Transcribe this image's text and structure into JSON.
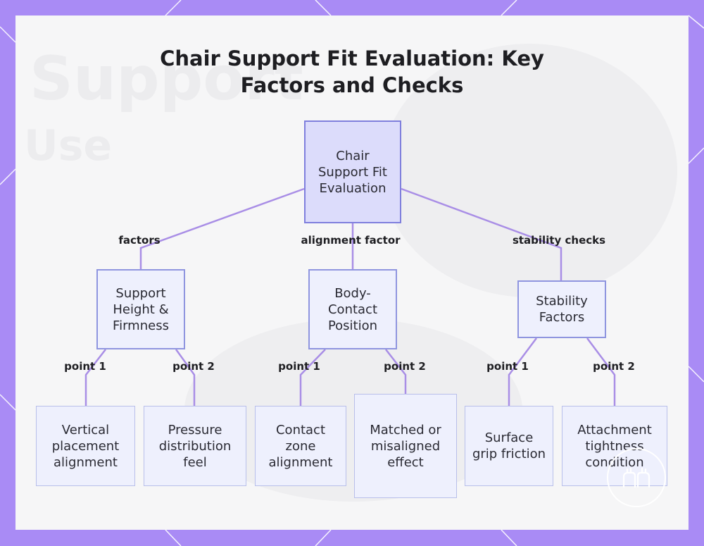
{
  "title": {
    "line1": "Chair Support Fit Evaluation: Key",
    "line2": "Factors and Checks"
  },
  "background": {
    "word1": "Support",
    "word2": "Use"
  },
  "nodes": {
    "root": "Chair Support Fit Evaluation",
    "height_firmness": "Support Height & Firmness",
    "body_contact": "Body-Contact Position",
    "stability": "Stability Factors",
    "vertical": "Vertical placement alignment",
    "pressure": "Pressure distribution feel",
    "contact_zone": "Contact zone alignment",
    "matched": "Matched or misaligned effect",
    "surface": "Surface grip friction",
    "attachment": "Attachment tightness condition"
  },
  "edges": {
    "factors": "factors",
    "alignment": "alignment factor",
    "stability": "stability checks",
    "p1a": "point 1",
    "p2a": "point 2",
    "p1b": "point 1",
    "p2b": "point 2",
    "p1c": "point 1",
    "p2c": "point 2"
  },
  "colors": {
    "frame": "#a98bf5",
    "edge": "#a98ee6",
    "root_fill": "#dcdcfb",
    "node_fill": "#eef0fd"
  },
  "icons": {
    "badge": "logo-badge-icon"
  }
}
